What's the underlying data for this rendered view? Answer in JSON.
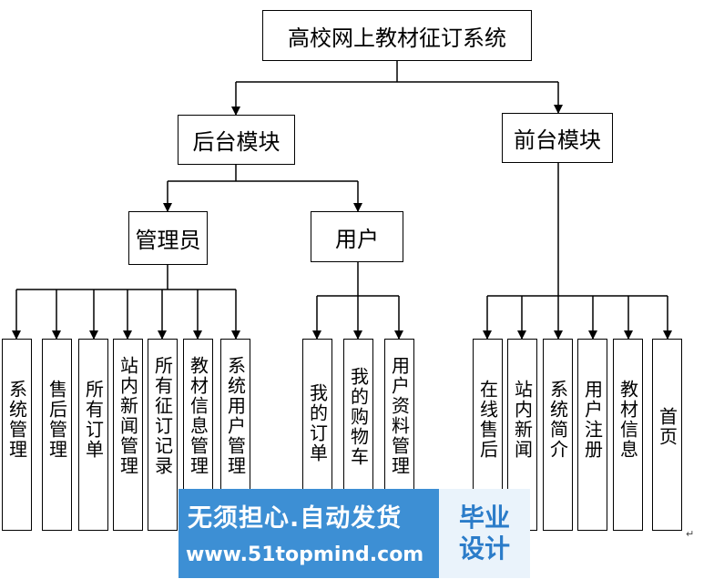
{
  "diagram": {
    "root": "高校网上教材征订系统",
    "backend": "后台模块",
    "frontend": "前台模块",
    "admin": "管理员",
    "user": "用户",
    "admin_items": [
      "系统管理",
      "售后管理",
      "所有订单",
      "站内新闻管理",
      "所有征订记录",
      "教材信息管理",
      "系统用户管理"
    ],
    "user_items": [
      "我的订单",
      "我的购物车",
      "用户资料管理"
    ],
    "front_items": [
      "在线售后",
      "站内新闻",
      "系统简介",
      "用户注册",
      "教材信息",
      "首页"
    ]
  },
  "banner": {
    "slogan": "无须担心.自动发货",
    "url": "www.51topmind.com",
    "brand_line1": "毕业",
    "brand_line2": "设计"
  },
  "paragraph_mark": "↵"
}
